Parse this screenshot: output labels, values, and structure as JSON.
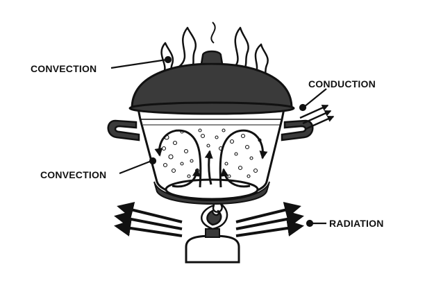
{
  "labels": {
    "convection_top": "CONVECTION",
    "conduction": "CONDUCTION",
    "convection_middle": "CONVECTION",
    "radiation": "RADIATION"
  },
  "colors": {
    "ink": "#111111",
    "lid": "#3a3a3a",
    "pot_inner": "#e9e9e9",
    "background": "#ffffff"
  },
  "icons": {
    "steam": "steam-wisp-icon",
    "flame": "burner-flame-icon",
    "heat_arrow": "arrow-right-icon"
  }
}
